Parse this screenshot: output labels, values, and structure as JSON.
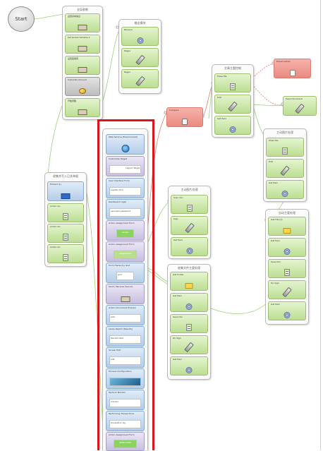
{
  "start": {
    "label": "Start"
  },
  "colors": {
    "highlight": "#d8171c",
    "green": "#bcde92",
    "blue": "#b5cde8",
    "purple": "#c7bfe0",
    "red": "#e98a80"
  },
  "panels": [
    {
      "id": "p1",
      "title": "全局参数",
      "items": [
        {
          "label": "设置基本信息",
          "icon": "monitor-icon"
        },
        {
          "label": "Set Global Variable 2",
          "icon": "monitor-icon"
        },
        {
          "label": "设置变量值",
          "icon": "monitor-icon"
        },
        {
          "label": "Calculate Amount",
          "icon": "coins-icon"
        },
        {
          "label": "开始流程",
          "icon": "monitor-icon"
        }
      ]
    },
    {
      "id": "p2",
      "title": "输出模块",
      "items": [
        {
          "label": "Receive",
          "icon": "disc-icon"
        },
        {
          "label": "Pages",
          "icon": "pen-icon"
        },
        {
          "label": "Pages",
          "icon": "pen-icon"
        }
      ]
    },
    {
      "id": "p3",
      "title": "收集并写入已关单据",
      "items": [
        {
          "label": "Extract (1)",
          "icon": "monitor-icon"
        },
        {
          "label": "Action Go",
          "icon": "doc-icon"
        },
        {
          "label": "Action Go",
          "icon": "doc-icon"
        },
        {
          "label": "Action Go",
          "icon": "doc-icon"
        }
      ]
    },
    {
      "id": "p4",
      "title": "",
      "items": [
        {
          "label": "Web Service (Environment)",
          "icon": "globe-icon"
        },
        {
          "label": "Customize Target",
          "thumb": "Legend  Target"
        },
        {
          "label": "User Interface Form",
          "thumb": "register form"
        },
        {
          "label": "Dashboard Login",
          "thumb": "username  password"
        },
        {
          "label": "Action Assignment Form",
          "thumb": "Assign"
        },
        {
          "label": "Action Assignment Form",
          "thumb": "Assignment"
        },
        {
          "label": "Form Hierarchy Grid",
          "thumb": "grid"
        },
        {
          "label": "Send / Receive Service",
          "icon": "monitor-icon"
        },
        {
          "label": "Action Document Preview",
          "thumb": "Acts"
        },
        {
          "label": "Lanes Report (Results)",
          "thumb": "Results table"
        },
        {
          "label": "Screen Edit",
          "thumb": "edit"
        },
        {
          "label": "Process Configuration",
          "thumb": "photo"
        },
        {
          "label": "Perform Monitor",
          "thumb": "monitor"
        },
        {
          "label": "Performing Transactions",
          "thumb": "transaction log"
        },
        {
          "label": "Action Assignment Form",
          "thumb": "SEND DATA"
        }
      ]
    },
    {
      "id": "p5",
      "title": "主动图片处理",
      "items": [
        {
          "label": "Scan Doc",
          "icon": "doc-icon"
        },
        {
          "label": "Sign",
          "icon": "pen-icon"
        },
        {
          "label": "Get Item",
          "icon": "disc-icon"
        }
      ]
    },
    {
      "id": "p6",
      "title": "收集文件主要处理",
      "items": [
        {
          "label": "Get Folder",
          "icon": "folder-icon"
        },
        {
          "label": "Get Item",
          "icon": "disc-icon"
        },
        {
          "label": "Save Doc",
          "icon": "doc-icon"
        },
        {
          "label": "Do Sign",
          "icon": "pen-icon"
        },
        {
          "label": "Get Item",
          "icon": "disc-icon"
        }
      ]
    },
    {
      "id": "p7",
      "title": "文章主题控制",
      "items": [
        {
          "label": "Press file",
          "icon": "doc-icon"
        },
        {
          "label": "Edit",
          "icon": "pen-icon"
        },
        {
          "label": "Get Item",
          "icon": "disc-icon"
        }
      ]
    },
    {
      "id": "p8",
      "title": "主动图片处理",
      "items": [
        {
          "label": "Press file",
          "icon": "doc-icon"
        },
        {
          "label": "Edit",
          "icon": "pen-icon"
        },
        {
          "label": "Get Item",
          "icon": "disc-icon"
        }
      ]
    },
    {
      "id": "p9",
      "title": "自动主要处理",
      "items": [
        {
          "label": "Get File (1)",
          "icon": "folder-icon"
        },
        {
          "label": "Get Item",
          "icon": "disc-icon"
        },
        {
          "label": "Save Doc",
          "icon": "doc-icon"
        },
        {
          "label": "Do Sign",
          "icon": "pen-icon"
        },
        {
          "label": "Get Item",
          "icon": "disc-icon"
        }
      ]
    }
  ],
  "floating": [
    {
      "label": "Compare",
      "icon": "warn-icon"
    },
    {
      "label": "Export Action",
      "icon": "warn2-icon"
    },
    {
      "label": "Save Document",
      "icon": "pen-icon"
    }
  ]
}
